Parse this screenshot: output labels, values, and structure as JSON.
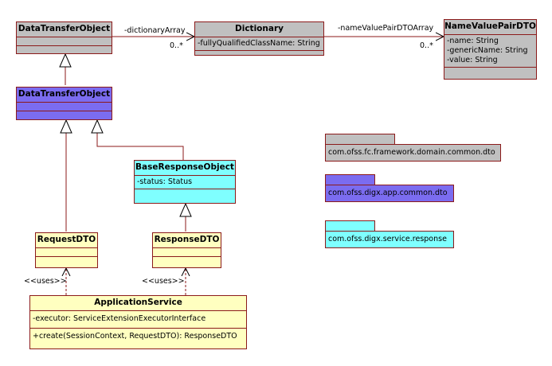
{
  "classes": {
    "dto_fw": {
      "name": "DataTransferObject"
    },
    "dictionary": {
      "name": "Dictionary",
      "attributes": [
        "-fullyQualifiedClassName: String"
      ]
    },
    "nvp": {
      "name": "NameValuePairDTO",
      "attributes": [
        "-name: String",
        "-genericName: String",
        "-value: String"
      ]
    },
    "dto_app": {
      "name": "DataTransferObject"
    },
    "base_response": {
      "name": "BaseResponseObject",
      "attributes": [
        "-status: Status"
      ]
    },
    "request": {
      "name": "RequestDTO"
    },
    "response": {
      "name": "ResponseDTO"
    },
    "app_service": {
      "name": "ApplicationService",
      "attributes": [
        "-executor: ServiceExtensionExecutorInterface"
      ],
      "operations": [
        "+create(SessionContext, RequestDTO): ResponseDTO"
      ]
    }
  },
  "associations": {
    "dictionary_array": {
      "role": "-dictionaryArray",
      "multiplicity": "0..*"
    },
    "nvp_array": {
      "role": "-nameValuePairDTOArray",
      "multiplicity": "0..*"
    }
  },
  "dependencies": {
    "uses_left": "<<uses>>",
    "uses_right": "<<uses>>"
  },
  "packages": [
    {
      "name": "com.ofss.fc.framework.domain.common.dto",
      "color": "#c0c0c0"
    },
    {
      "name": "com.ofss.digx.app.common.dto",
      "color": "#7b6cf0"
    },
    {
      "name": "com.ofss.digx.service.response",
      "color": "#7fffff"
    }
  ],
  "colors": {
    "border": "#8b1a1a",
    "framework": "#c0c0c0",
    "app": "#7b6cf0",
    "service": "#7fffff",
    "component": "#ffffc0"
  }
}
